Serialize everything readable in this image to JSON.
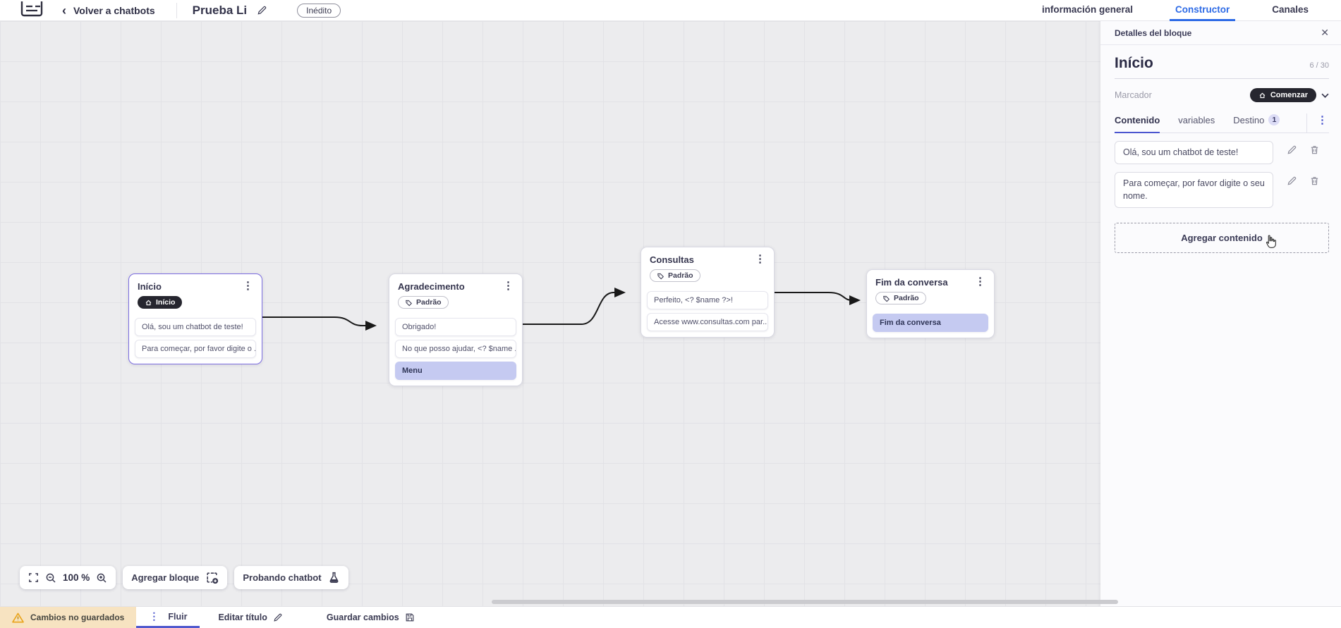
{
  "icons": {
    "kebab": "⋮",
    "back_chevron": "‹",
    "close": "✕"
  },
  "colors": {
    "accent_blue": "#2e6be6",
    "accent_indigo": "#4b55cf",
    "selected_node_border": "#7b6ce0",
    "highlight_card_bg": "#c5caf1",
    "warning_bg": "#f7e3c1",
    "dark_pill_bg": "#26262f",
    "edge": "#191919"
  },
  "header": {
    "back_label": "Volver a chatbots",
    "title": "Prueba Li",
    "status_badge": "Inédito",
    "tabs": [
      {
        "label": "información general",
        "active": false
      },
      {
        "label": "Constructor",
        "active": true
      },
      {
        "label": "Canales",
        "active": false
      }
    ]
  },
  "canvas": {
    "zoom_level": "100 %",
    "add_block_label": "Agregar bloque",
    "test_chatbot_label": "Probando chatbot",
    "nodes": [
      {
        "title": "Início",
        "badge": "Início",
        "selected": true,
        "cards": [
          {
            "text": "Olá, sou um chatbot de teste!",
            "highlight": false
          },
          {
            "text": "Para começar, por favor digite o ...",
            "highlight": false
          }
        ]
      },
      {
        "title": "Agradecimento",
        "badge": "Padrão",
        "selected": false,
        "cards": [
          {
            "text": "Obrigado!",
            "highlight": false
          },
          {
            "text": "No que posso ajudar, <? $name ...",
            "highlight": false
          },
          {
            "text": "Menu",
            "highlight": true
          }
        ]
      },
      {
        "title": "Consultas",
        "badge": "Padrão",
        "selected": false,
        "cards": [
          {
            "text": "Perfeito, <? $name ?>!",
            "highlight": false
          },
          {
            "text": "Acesse www.consultas.com par...",
            "highlight": false
          }
        ]
      },
      {
        "title": "Fim da conversa",
        "badge": "Padrão",
        "selected": false,
        "cards": [
          {
            "text": "Fim da conversa",
            "highlight": true
          }
        ]
      }
    ]
  },
  "panel": {
    "header": "Detalles del bloque",
    "title": "Início",
    "counter": "6 / 30",
    "marker_label": "Marcador",
    "marker_value": "Comenzar",
    "tabs": [
      {
        "label": "Contenido",
        "active": true
      },
      {
        "label": "variables",
        "active": false
      },
      {
        "label": "Destino",
        "active": false,
        "badge": "1"
      }
    ],
    "contents": [
      "Olá, sou um chatbot de teste!",
      "Para começar, por favor digite o seu nome."
    ],
    "add_content_label": "Agregar contenido"
  },
  "footer": {
    "unsaved_label": "Cambios no guardados",
    "flow_tab_label": "Fluir",
    "edit_title_label": "Editar título",
    "save_label": "Guardar cambios"
  }
}
